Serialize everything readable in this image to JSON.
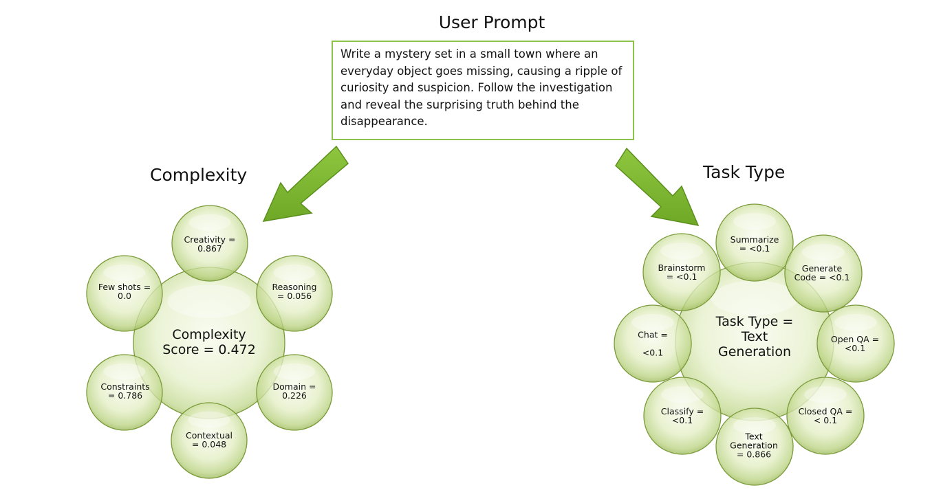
{
  "prompt": {
    "title": "User Prompt",
    "text": "Write a mystery set in a small town where an everyday object goes missing, causing a ripple of curiosity and suspicion. Follow the investigation and reveal the surprising truth behind the disappearance."
  },
  "complexity": {
    "title": "Complexity",
    "center": "Complexity\nScore = 0.472",
    "bubbles": [
      {
        "label": "Creativity =\n0.867"
      },
      {
        "label": "Reasoning\n= 0.056"
      },
      {
        "label": "Domain =\n0.226"
      },
      {
        "label": "Contextual\n= 0.048"
      },
      {
        "label": "Constraints\n= 0.786"
      },
      {
        "label": "Few shots =\n0.0"
      }
    ]
  },
  "task_type": {
    "title": "Task Type",
    "center": "Task Type =\nText\nGeneration",
    "bubbles": [
      {
        "label": "Summarize\n= <0.1"
      },
      {
        "label": "Generate\nCode = <0.1"
      },
      {
        "label": "Open QA =\n<0.1"
      },
      {
        "label": "Closed QA =\n< 0.1"
      },
      {
        "label": "Text\nGeneration\n= 0.866"
      },
      {
        "label": "Classify =\n<0.1"
      },
      {
        "label": "Chat =\n\n<0.1"
      },
      {
        "label": "Brainstorm\n= <0.1"
      }
    ]
  },
  "colors": {
    "bubble_edge": "#7a9a3a",
    "bubble_light": "#f6fae9",
    "bubble_mid": "#dbe9b4",
    "bubble_dark": "#a9c66a",
    "arrow_fill": "#7cb82f",
    "arrow_stroke": "#5a8f1c",
    "box_border": "#8bc34a"
  }
}
